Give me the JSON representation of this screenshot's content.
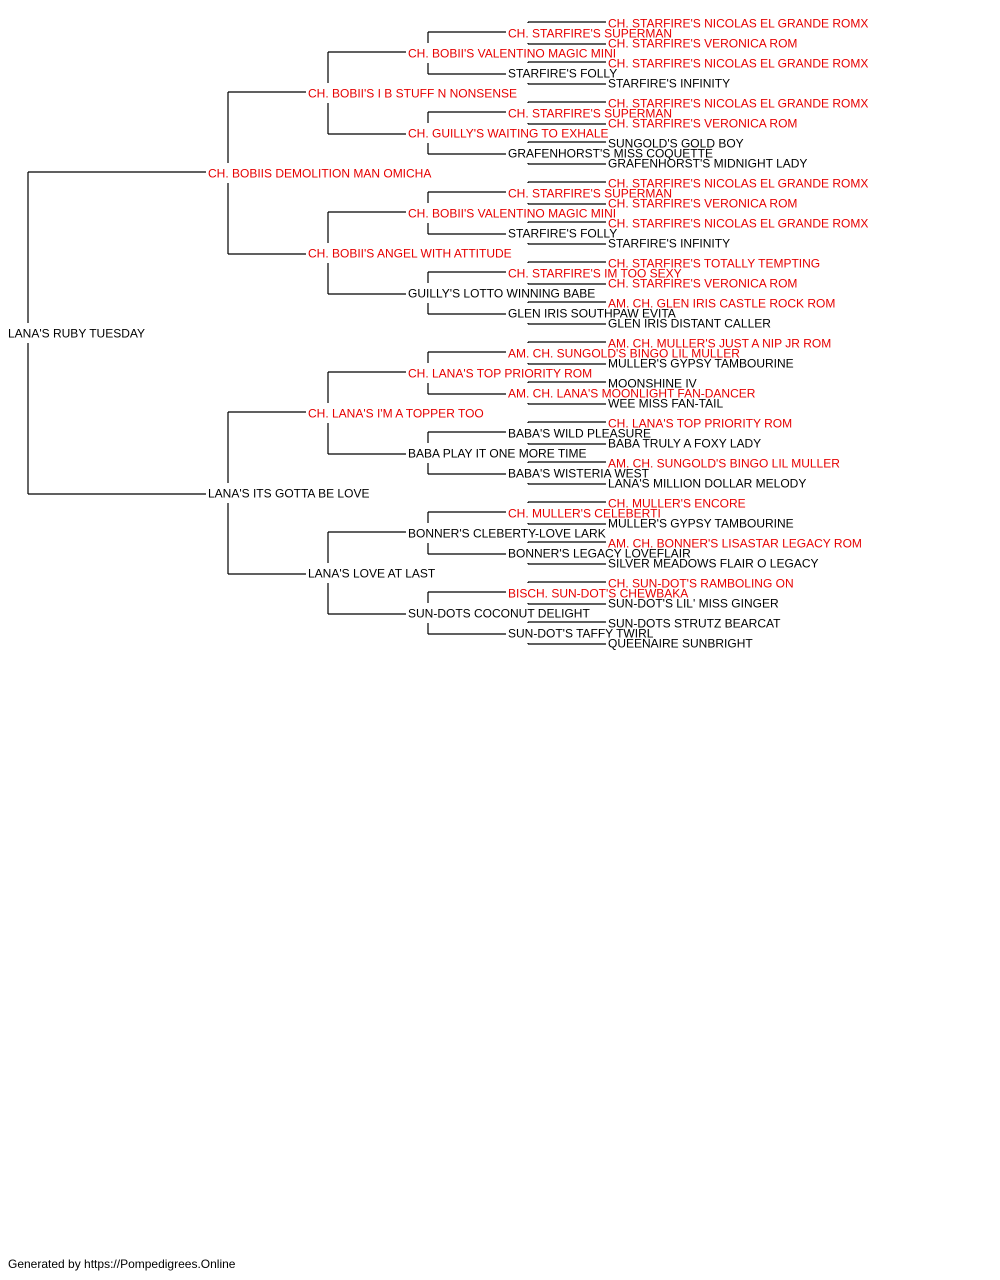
{
  "colors": {
    "champion": "#e60000",
    "regular": "#000000",
    "line": "#000000"
  },
  "subject": {
    "name": "LANA'S RUBY TUESDAY",
    "champion": false
  },
  "sire": {
    "name": "CH. BOBIIS DEMOLITION MAN OMICHA",
    "champion": true
  },
  "dam": {
    "name": "LANA'S ITS GOTTA BE LOVE",
    "champion": false
  },
  "grandparents": [
    {
      "name": "CH. BOBII'S I B STUFF N NONSENSE",
      "champion": true
    },
    {
      "name": "CH. BOBII'S ANGEL WITH ATTITUDE",
      "champion": true
    },
    {
      "name": "CH. LANA'S I'M A TOPPER TOO",
      "champion": true
    },
    {
      "name": "LANA'S LOVE AT LAST",
      "champion": false
    }
  ],
  "great_grandparents": [
    {
      "name": "CH. BOBII'S VALENTINO MAGIC MINI",
      "champion": true
    },
    {
      "name": "CH. GUILLY'S WAITING TO EXHALE",
      "champion": true
    },
    {
      "name": "CH. BOBII'S VALENTINO MAGIC MINI",
      "champion": true
    },
    {
      "name": "GUILLY'S LOTTO WINNING BABE",
      "champion": false
    },
    {
      "name": "CH. LANA'S TOP PRIORITY ROM",
      "champion": true
    },
    {
      "name": "BABA PLAY IT ONE MORE TIME",
      "champion": false
    },
    {
      "name": "BONNER'S CLEBERTY-LOVE LARK",
      "champion": false
    },
    {
      "name": "SUN-DOTS COCONUT DELIGHT",
      "champion": false
    }
  ],
  "gen4": [
    {
      "name": "CH. STARFIRE'S SUPERMAN",
      "champion": true
    },
    {
      "name": "STARFIRE'S FOLLY",
      "champion": false
    },
    {
      "name": "CH. STARFIRE'S SUPERMAN",
      "champion": true
    },
    {
      "name": "GRAFENHORST'S MISS COQUETTE",
      "champion": false
    },
    {
      "name": "CH. STARFIRE'S SUPERMAN",
      "champion": true
    },
    {
      "name": "STARFIRE'S FOLLY",
      "champion": false
    },
    {
      "name": "CH. STARFIRE'S IM TOO SEXY",
      "champion": true
    },
    {
      "name": "GLEN IRIS SOUTHPAW EVITA",
      "champion": false
    },
    {
      "name": "AM. CH. SUNGOLD'S BINGO LIL MULLER",
      "champion": true
    },
    {
      "name": "AM. CH. LANA'S MOONLIGHT FAN-DANCER",
      "champion": true
    },
    {
      "name": "BABA'S WILD PLEASURE",
      "champion": false
    },
    {
      "name": "BABA'S WISTERIA WEST",
      "champion": false
    },
    {
      "name": "CH. MULLER'S CELEBERTI",
      "champion": true
    },
    {
      "name": "BONNER'S LEGACY LOVEFLAIR",
      "champion": false
    },
    {
      "name": "BISCH. SUN-DOT'S CHEWBAKA",
      "champion": true
    },
    {
      "name": "SUN-DOT'S TAFFY TWIRL",
      "champion": false
    }
  ],
  "gen5": [
    {
      "name": "CH. STARFIRE'S NICOLAS EL GRANDE ROMX",
      "champion": true
    },
    {
      "name": "CH. STARFIRE'S VERONICA ROM",
      "champion": true
    },
    {
      "name": "CH. STARFIRE'S NICOLAS EL GRANDE ROMX",
      "champion": true
    },
    {
      "name": "STARFIRE'S INFINITY",
      "champion": false
    },
    {
      "name": "CH. STARFIRE'S NICOLAS EL GRANDE ROMX",
      "champion": true
    },
    {
      "name": "CH. STARFIRE'S VERONICA ROM",
      "champion": true
    },
    {
      "name": "SUNGOLD'S GOLD BOY",
      "champion": false
    },
    {
      "name": "GRAFENHORST'S MIDNIGHT LADY",
      "champion": false
    },
    {
      "name": "CH. STARFIRE'S NICOLAS EL GRANDE ROMX",
      "champion": true
    },
    {
      "name": "CH. STARFIRE'S VERONICA ROM",
      "champion": true
    },
    {
      "name": "CH. STARFIRE'S NICOLAS EL GRANDE ROMX",
      "champion": true
    },
    {
      "name": "STARFIRE'S INFINITY",
      "champion": false
    },
    {
      "name": "CH. STARFIRE'S TOTALLY TEMPTING",
      "champion": true
    },
    {
      "name": "CH. STARFIRE'S VERONICA ROM",
      "champion": true
    },
    {
      "name": "AM. CH. GLEN IRIS CASTLE ROCK ROM",
      "champion": true
    },
    {
      "name": "GLEN IRIS DISTANT CALLER",
      "champion": false
    },
    {
      "name": "AM. CH. MULLER'S JUST A NIP JR ROM",
      "champion": true
    },
    {
      "name": "MULLER'S GYPSY TAMBOURINE",
      "champion": false
    },
    {
      "name": "MOONSHINE IV",
      "champion": false
    },
    {
      "name": "WEE MISS FAN-TAIL",
      "champion": false
    },
    {
      "name": "CH. LANA'S TOP PRIORITY ROM",
      "champion": true
    },
    {
      "name": "BABA TRULY A FOXY LADY",
      "champion": false
    },
    {
      "name": "AM. CH. SUNGOLD'S BINGO LIL MULLER",
      "champion": true
    },
    {
      "name": "LANA'S MILLION DOLLAR MELODY",
      "champion": false
    },
    {
      "name": "CH. MULLER'S ENCORE",
      "champion": true
    },
    {
      "name": "MULLER'S GYPSY TAMBOURINE",
      "champion": false
    },
    {
      "name": "AM. CH. BONNER'S LISASTAR LEGACY ROM",
      "champion": true
    },
    {
      "name": "SILVER MEADOWS FLAIR O LEGACY",
      "champion": false
    },
    {
      "name": "CH. SUN-DOT'S RAMBOLING ON",
      "champion": true
    },
    {
      "name": "SUN-DOT'S LIL' MISS GINGER",
      "champion": false
    },
    {
      "name": "SUN-DOTS STRUTZ BEARCAT",
      "champion": false
    },
    {
      "name": "QUEENAIRE SUNBRIGHT",
      "champion": false
    }
  ],
  "footer": "Generated by https://Pompedigrees.Online"
}
